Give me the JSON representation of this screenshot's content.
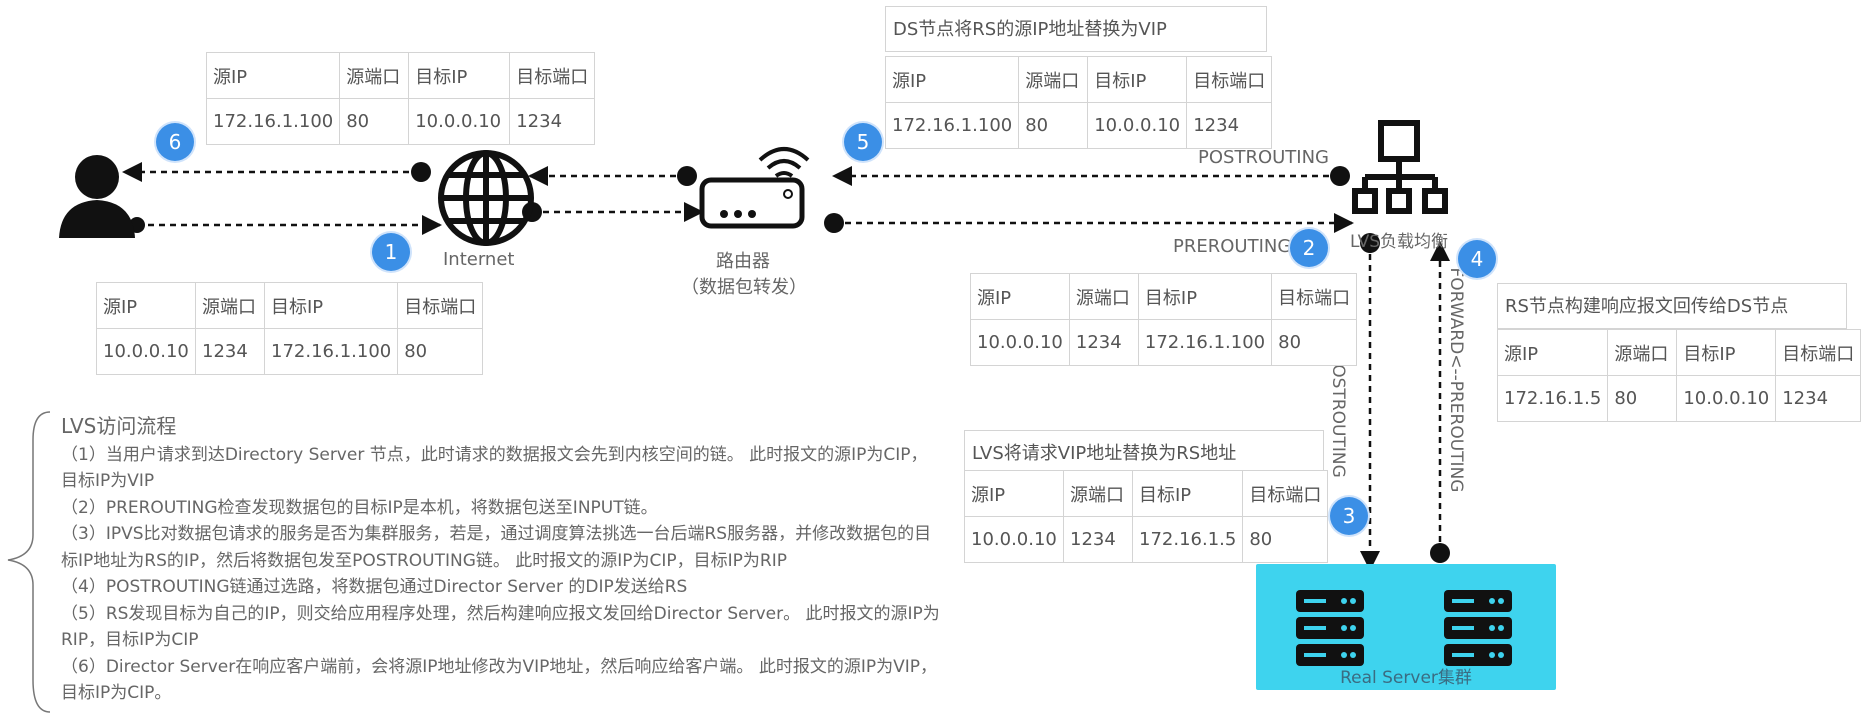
{
  "tables": {
    "t6": {
      "headers": [
        "源IP",
        "源端口",
        "目标IP",
        "目标端口"
      ],
      "row": [
        "172.16.1.100",
        "80",
        "10.0.0.10",
        "1234"
      ]
    },
    "t1": {
      "headers": [
        "源IP",
        "源端口",
        "目标IP",
        "目标端口"
      ],
      "row": [
        "10.0.0.10",
        "1234",
        "172.16.1.100",
        "80"
      ]
    },
    "t5": {
      "caption": "DS节点将RS的源IP地址替换为VIP",
      "headers": [
        "源IP",
        "源端口",
        "目标IP",
        "目标端口"
      ],
      "row": [
        "172.16.1.100",
        "80",
        "10.0.0.10",
        "1234"
      ]
    },
    "t2": {
      "headers": [
        "源IP",
        "源端口",
        "目标IP",
        "目标端口"
      ],
      "row": [
        "10.0.0.10",
        "1234",
        "172.16.1.100",
        "80"
      ]
    },
    "t3": {
      "caption": "LVS将请求VIP地址替换为RS地址",
      "headers": [
        "源IP",
        "源端口",
        "目标IP",
        "目标端口"
      ],
      "row": [
        "10.0.0.10",
        "1234",
        "172.16.1.5",
        "80"
      ]
    },
    "t4": {
      "caption": "RS节点构建响应报文回传给DS节点",
      "headers": [
        "源IP",
        "源端口",
        "目标IP",
        "目标端口"
      ],
      "row": [
        "172.16.1.5",
        "80",
        "10.0.0.10",
        "1234"
      ]
    }
  },
  "badges": {
    "b1": "1",
    "b2": "2",
    "b3": "3",
    "b4": "4",
    "b5": "5",
    "b6": "6"
  },
  "labels": {
    "internet": "Internet",
    "router": "路由器",
    "router_sub": "（数据包转发）",
    "lvs": "LVS负载均衡",
    "postrouting": "POSTROUTING",
    "prerouting": "PREROUTING",
    "input_post": "INPUT-->POSTROUTING",
    "forward_pre": "FORWARD<--PREROUTING",
    "rs_cluster": "Real Server集群"
  },
  "process": {
    "title": "LVS访问流程",
    "steps": [
      "（1）当用户请求到达Directory Server 节点，此时请求的数据报文会先到内核空间的链。 此时报文的源IP为CIP，目标IP为VIP",
      "（2）PREROUTING检查发现数据包的目标IP是本机，将数据包送至INPUT链。",
      "（3）IPVS比对数据包请求的服务是否为集群服务，若是，通过调度算法挑选一台后端RS服务器，并修改数据包的目标IP地址为RS的IP，然后将数据包发至POSTROUTING链。 此时报文的源IP为CIP，目标IP为RIP",
      "（4）POSTROUTING链通过选路，将数据包通过Director Server 的DIP发送给RS",
      "（5）RS发现目标为自己的IP，则交给应用程序处理，然后构建响应报文发回给Director Server。 此时报文的源IP为RIP，目标IP为CIP",
      "（6）Director Server在响应客户端前，会将源IP地址修改为VIP地址，然后响应给客户端。 此时报文的源IP为VIP，目标IP为CIP。"
    ]
  },
  "colors": {
    "badge": "#3b8fe6",
    "rs_box": "#3ed3ee",
    "icon": "#111111",
    "line": "#111111"
  },
  "icons": [
    "user-icon",
    "globe-icon",
    "router-icon",
    "network-tree-icon",
    "server-icon"
  ]
}
